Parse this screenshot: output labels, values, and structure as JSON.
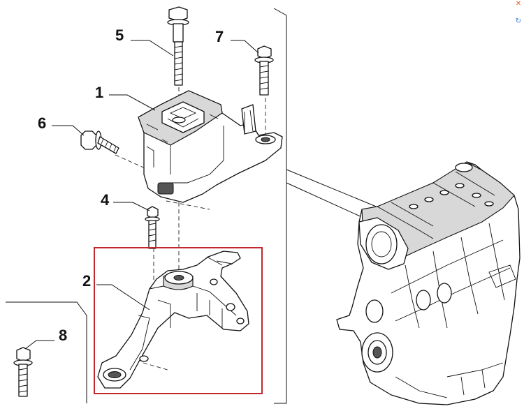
{
  "callouts": {
    "c1": "1",
    "c2": "2",
    "c4": "4",
    "c5": "5",
    "c6": "6",
    "c7": "7",
    "c8": "8"
  },
  "colors": {
    "highlight_box": "#c0282d",
    "line": "#111111",
    "shade": "#d8d8d8"
  },
  "icons": [
    "close-icon",
    "refresh-icon"
  ]
}
